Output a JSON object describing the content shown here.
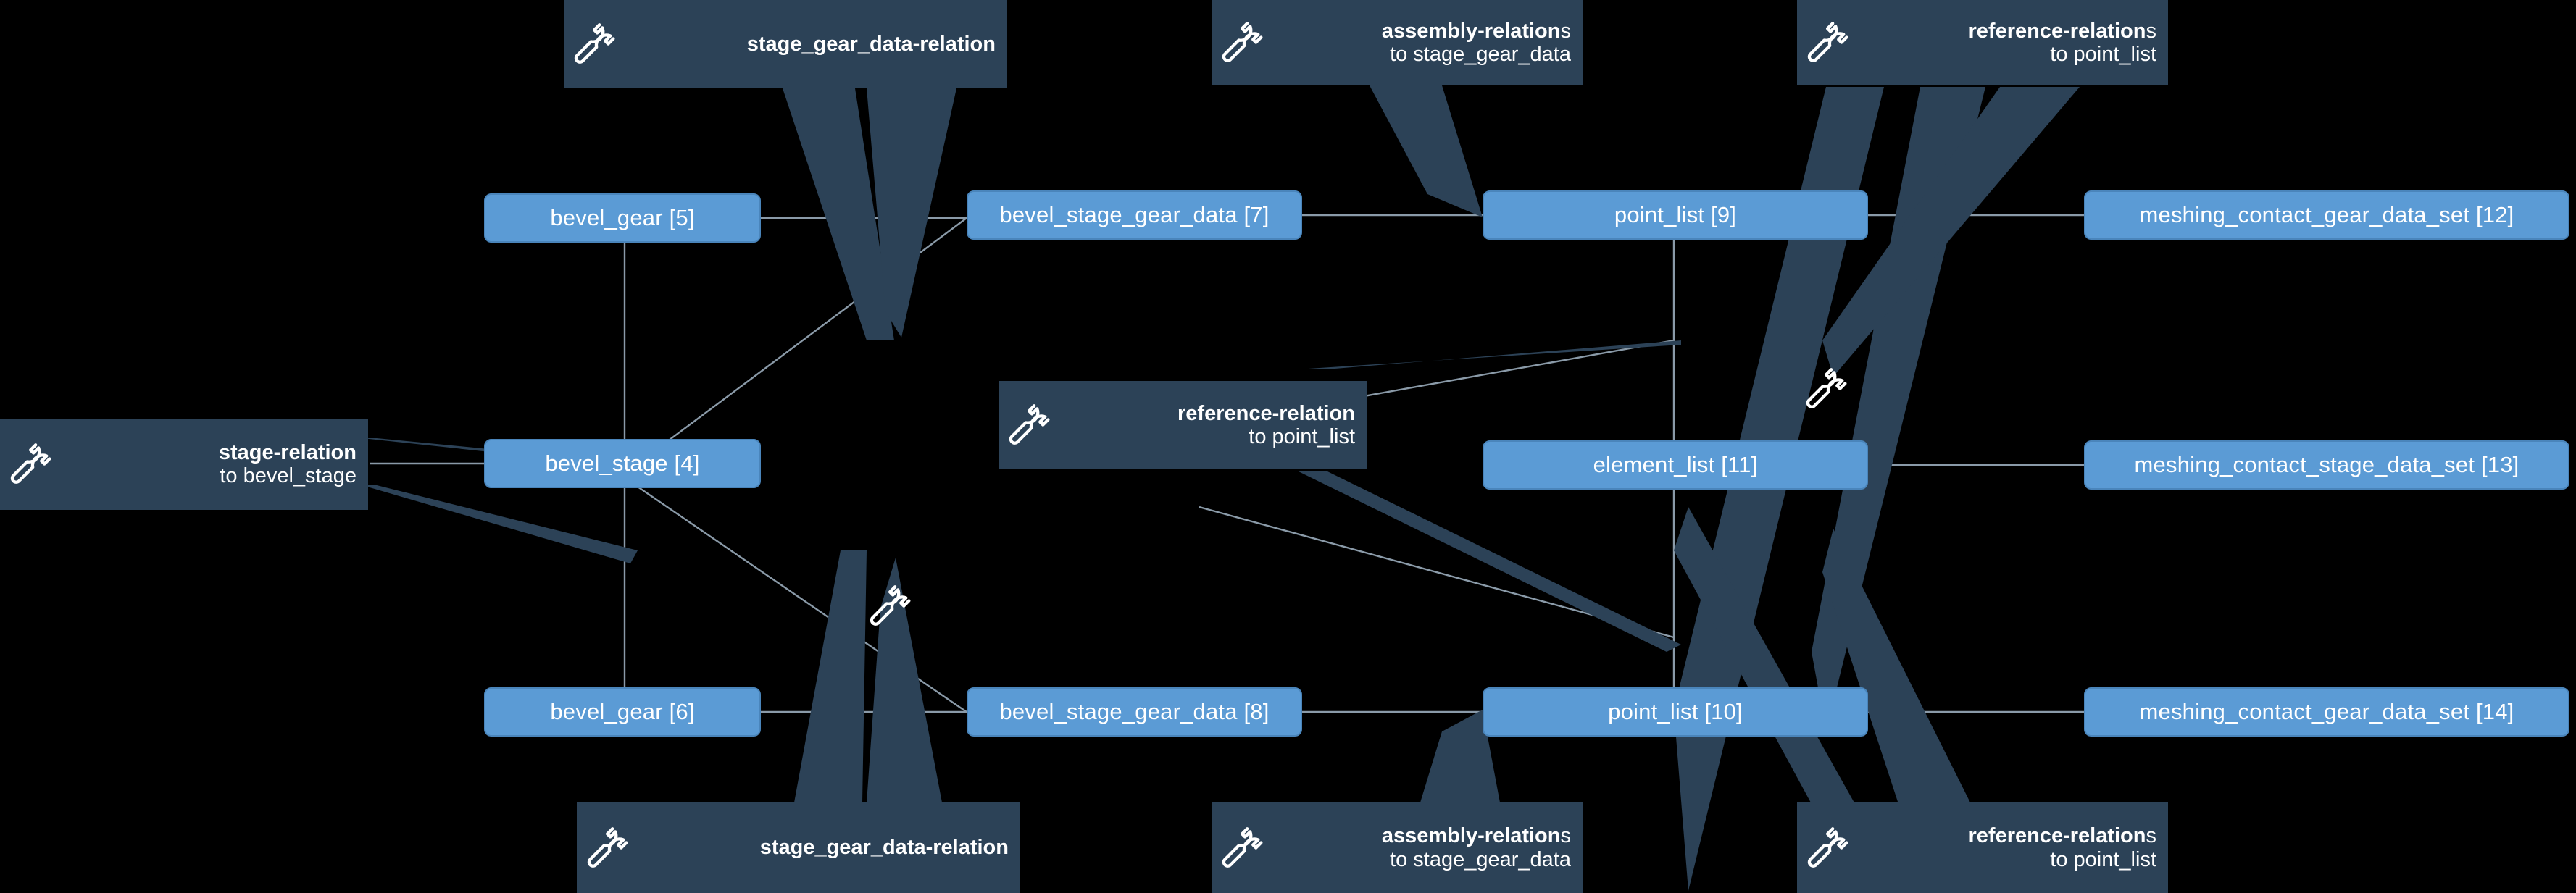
{
  "diagram": {
    "background_color": "#000000",
    "node_fill": "#5b9bd5",
    "node_border": "#4a85bb",
    "panel_fill": "#2c4257",
    "edge_color": "#8a9aa8",
    "text_color": "#ffffff"
  },
  "nodes": [
    {
      "id": "bevel_gear_5",
      "label": "bevel_gear [5]"
    },
    {
      "id": "bevel_stage_4",
      "label": "bevel_stage [4]"
    },
    {
      "id": "bevel_gear_6",
      "label": "bevel_gear [6]"
    },
    {
      "id": "bsgd_7",
      "label": "bevel_stage_gear_data [7]"
    },
    {
      "id": "bsgd_8",
      "label": "bevel_stage_gear_data [8]"
    },
    {
      "id": "point_list_9",
      "label": "point_list [9]"
    },
    {
      "id": "element_list_11",
      "label": "element_list [11]"
    },
    {
      "id": "point_list_10",
      "label": "point_list [10]"
    },
    {
      "id": "mcgds_12",
      "label": "meshing_contact_gear_data_set  [12]"
    },
    {
      "id": "mcsds_13",
      "label": "meshing_contact_stage_data_set [13]"
    },
    {
      "id": "mcgds_14",
      "label": "meshing_contact_gear_data_set [14]"
    }
  ],
  "relations": [
    {
      "id": "rel_sgd_top",
      "icon": "wrench-icon",
      "title": "stage_gear_data-relation",
      "plural": "",
      "sub": ""
    },
    {
      "id": "rel_asm_top",
      "icon": "wrench-icon",
      "title": "assembly-relation",
      "plural": "s",
      "sub": "to stage_gear_data"
    },
    {
      "id": "rel_ref_top",
      "icon": "wrench-icon",
      "title": "reference-relation",
      "plural": "s",
      "sub": "to point_list"
    },
    {
      "id": "rel_stage_left",
      "icon": "wrench-icon",
      "title": "stage-relation",
      "plural": "",
      "sub": "to bevel_stage"
    },
    {
      "id": "rel_ref_mid",
      "icon": "wrench-icon",
      "title": "reference-relation",
      "plural": "",
      "sub": "to point_list"
    },
    {
      "id": "rel_sgd_bot",
      "icon": "wrench-icon",
      "title": "stage_gear_data-relation",
      "plural": "",
      "sub": ""
    },
    {
      "id": "rel_asm_bot",
      "icon": "wrench-icon",
      "title": "assembly-relation",
      "plural": "s",
      "sub": "to stage_gear_data"
    },
    {
      "id": "rel_ref_bot",
      "icon": "wrench-icon",
      "title": "reference-relation",
      "plural": "s",
      "sub": "to point_list"
    }
  ],
  "loose_icons": [
    {
      "id": "wrench_mid_left",
      "icon": "wrench-icon"
    },
    {
      "id": "wrench_mid_right",
      "icon": "wrench-icon"
    }
  ]
}
